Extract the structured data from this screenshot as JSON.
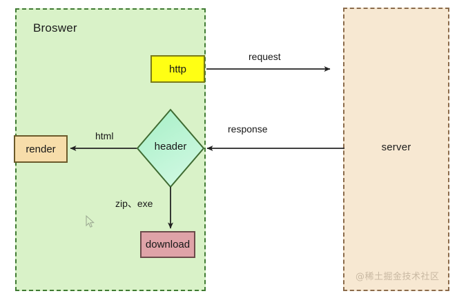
{
  "diagram": {
    "title_browser": "Broswer",
    "title_server": "server",
    "watermark": "@稀土掘金技术社区",
    "colors": {
      "browser_fill": "#d9f2c8",
      "browser_border": "#3f7a32",
      "server_fill": "#f7e8d2",
      "server_border": "#8a6a4a",
      "http_fill": "#ffff14",
      "http_border": "#7a7a17",
      "render_fill": "#f7ddaa",
      "render_border": "#6b5a2a",
      "download_fill": "#dfa3a8",
      "download_border": "#6b4a4a",
      "header_fill_start": "#a6efc6",
      "header_fill_end": "#c8f7dc",
      "header_border": "#3f6b32",
      "arrow": "#222222",
      "text": "#171717",
      "watermark": "#c9b9a3"
    },
    "nodes": [
      {
        "id": "http",
        "label": "http",
        "shape": "rect"
      },
      {
        "id": "header",
        "label": "header",
        "shape": "diamond"
      },
      {
        "id": "render",
        "label": "render",
        "shape": "rect"
      },
      {
        "id": "download",
        "label": "download",
        "shape": "rect"
      },
      {
        "id": "server",
        "label": "server",
        "shape": "container"
      }
    ],
    "edges": [
      {
        "id": "request",
        "label": "request",
        "from": "http",
        "to": "server",
        "direction": "right"
      },
      {
        "id": "response",
        "label": "response",
        "from": "server",
        "to": "header",
        "direction": "left"
      },
      {
        "id": "html",
        "label": "html",
        "from": "header",
        "to": "render",
        "direction": "left"
      },
      {
        "id": "zipexe",
        "label": "zip、exe",
        "from": "header",
        "to": "download",
        "direction": "down"
      }
    ]
  }
}
